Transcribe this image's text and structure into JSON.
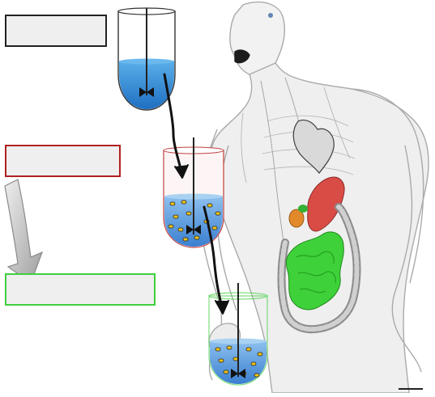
{
  "labels": [
    {
      "id": "label-stage-1",
      "text": "",
      "border_color": "#222222"
    },
    {
      "id": "label-stage-2",
      "text": "",
      "border_color": "#b02020"
    },
    {
      "id": "label-stage-3",
      "text": "",
      "border_color": "#3fcf3f"
    }
  ],
  "colors": {
    "liquid": "#2e86d6",
    "particle": "#f0c419",
    "stomach": "#e0504a",
    "intestine": "#3fd13a",
    "gallbladder": "#e08a2a",
    "body_outline": "#9a9a9a"
  },
  "icons": [
    "beaker-icon",
    "stirrer-icon",
    "arrow-icon",
    "human-body-icon"
  ]
}
